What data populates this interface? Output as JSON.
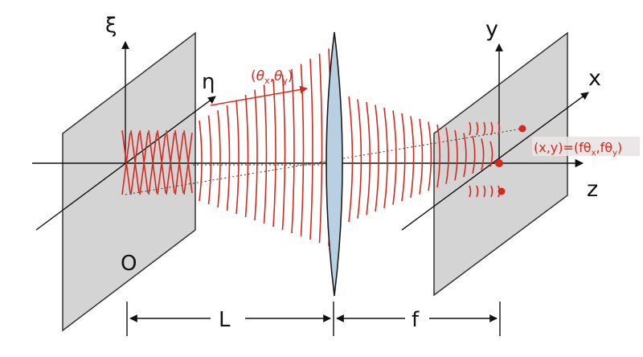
{
  "labels": {
    "xi": "ξ",
    "eta": "η",
    "origin": "O",
    "y_axis": "y",
    "x_axis": "x",
    "z_axis": "z",
    "distance_L": "L",
    "distance_f": "f"
  },
  "annotations": {
    "angle_open": "(",
    "theta": "θ",
    "sub_x": "x",
    "comma": ",",
    "sub_y": "y",
    "close": ")",
    "focal_point_lhs": "(x,y)=(fθ",
    "focal_point_mid": ",fθ",
    "focal_point_end": ")"
  },
  "colors": {
    "wave": "#d42a1e",
    "plane": "#d4d4d4",
    "lens": "#b9cfe2",
    "axis": "#111111",
    "highlight": "#e9e4e4"
  }
}
